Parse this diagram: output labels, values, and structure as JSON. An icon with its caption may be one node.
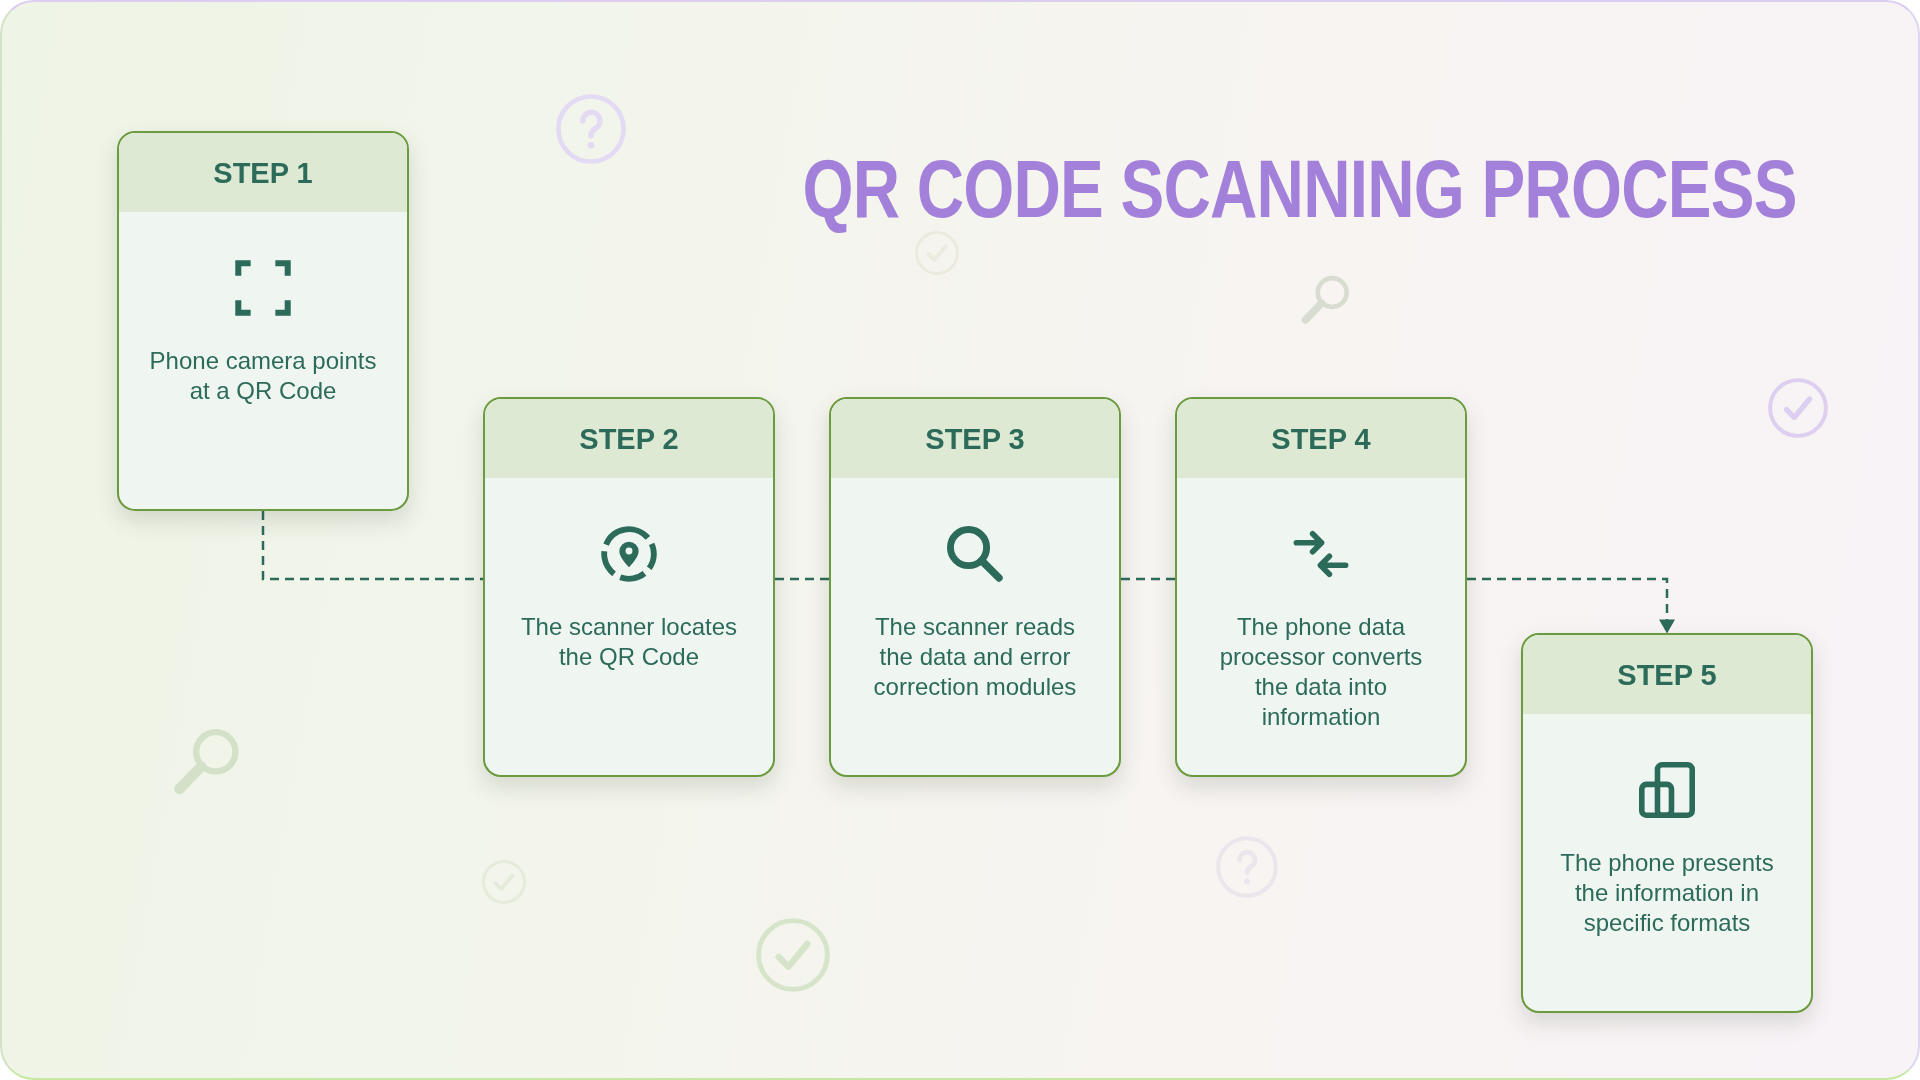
{
  "diagram": {
    "title": "QR CODE SCANNING PROCESS",
    "nodes": [
      {
        "text": [
          "STEP 1",
          "Phone camera points at a QR Code"
        ]
      },
      {
        "text": [
          "STEP 2",
          "The scanner locates the QR Code"
        ]
      },
      {
        "text": [
          "STEP 3",
          "The scanner reads the data and error correction modules"
        ]
      },
      {
        "text": [
          "STEP 4",
          "The phone data processor converts the data into information"
        ]
      },
      {
        "text": [
          "STEP 5",
          "The phone presents the information in specific formats"
        ]
      }
    ],
    "edges": [
      {
        "from": 0,
        "to": 1,
        "arrow": "none",
        "style": "dashed"
      },
      {
        "from": 1,
        "to": 2,
        "arrow": "none",
        "style": "dashed"
      },
      {
        "from": 2,
        "to": 3,
        "arrow": "none",
        "style": "dashed"
      },
      {
        "from": 3,
        "to": 4,
        "arrow": "to",
        "style": "dashed"
      }
    ]
  }
}
